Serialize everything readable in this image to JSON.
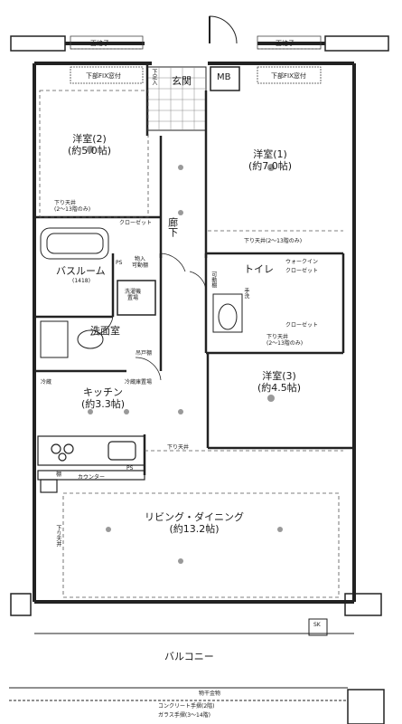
{
  "labels": {
    "lattice_left": "面格子",
    "lattice_right": "面格子",
    "fix_window_left": "下部FIX窓付",
    "fix_window_right": "下部FIX窓付",
    "entrance": "玄関",
    "mb": "MB",
    "shoes": "下足入",
    "western2_name": "洋室(2)",
    "western2_size": "(約5.0帖)",
    "western1_name": "洋室(1)",
    "western1_size": "(約7.0帖)",
    "ceiling_low_2_13_a": "下り天井\n(2～13階のみ)",
    "closet_a": "クローゼット",
    "corridor": "廊下",
    "ceiling_low_2_13_b": "下り天井(2～13階のみ)",
    "bathroom": "バスルーム",
    "bath_size": "(1418)",
    "ps_a": "PS",
    "storage_movable_shelf": "物入\n可動棚",
    "toilet": "トイレ",
    "movable_shelf": "可動棚",
    "walkin": "ウォークイン",
    "closet_b": "クローゼット",
    "washer_pan": "洗濯機\n置場",
    "hand_wash": "手洗",
    "washroom": "洗面室",
    "upper_cabinet": "吊戸棚",
    "closet_c": "クローゼット",
    "ceiling_low_2_13_c": "下り天井\n(2～13階のみ)",
    "western3_name": "洋室(3)",
    "western3_size": "(約4.5帖)",
    "fridge": "冷蔵",
    "kitchen_name": "キッチン",
    "kitchen_size": "(約3.3帖)",
    "fridge_space": "冷蔵庫置場",
    "ceiling_low_d": "下り天井",
    "ps_b": "PS",
    "shelf": "棚",
    "counter": "カウンター",
    "ceiling_low_e": "下り天井",
    "living_name": "リビング・ダイニング",
    "living_size": "(約13.2帖)",
    "sk": "SK",
    "balcony": "バルコニー",
    "drying_rack": "物干金物",
    "handrail_note_1": "コンクリート手摺(2階)",
    "handrail_note_2": "ガラス手摺(3～14階)"
  }
}
